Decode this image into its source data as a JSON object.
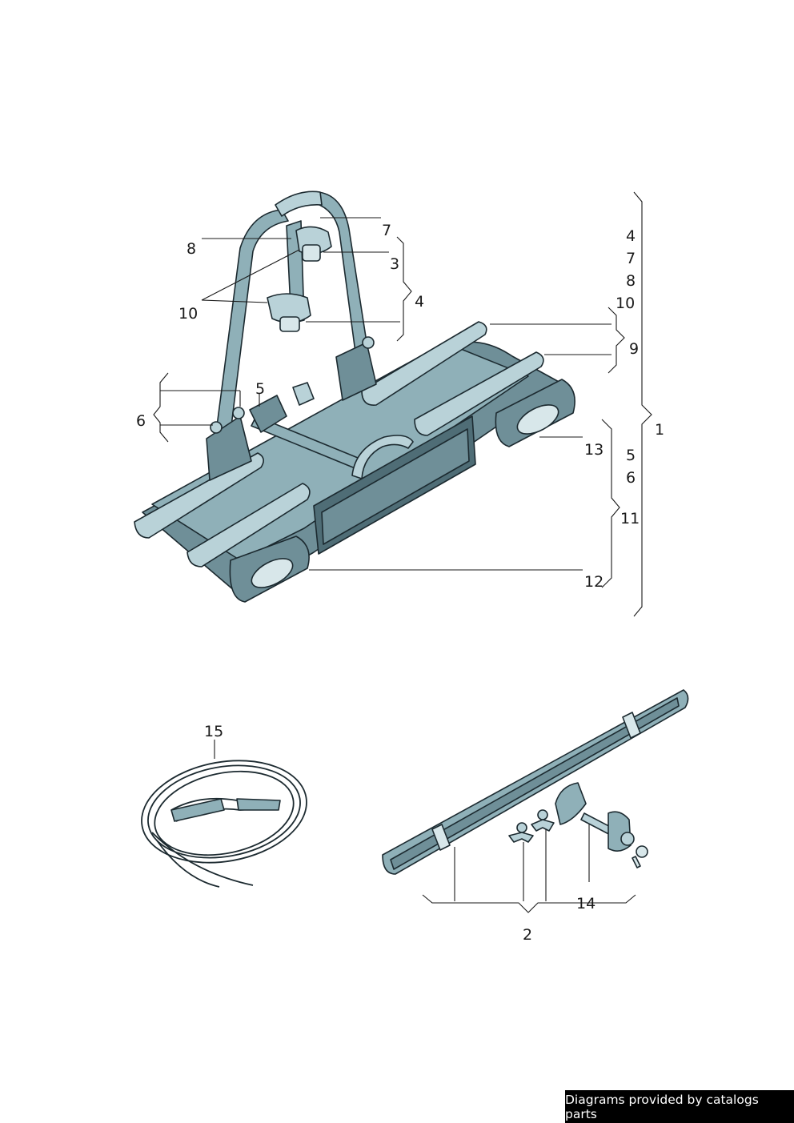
{
  "callouts": {
    "c7_top": "7",
    "c8_top": "8",
    "c3": "3",
    "c4_mid": "4",
    "c10_left": "10",
    "c5_left": "5",
    "c6_left": "6",
    "c13": "13",
    "c12": "12",
    "c9": "9",
    "r4": "4",
    "r7": "7",
    "r8": "8",
    "r10": "10",
    "r1": "1",
    "r5": "5",
    "r6": "6",
    "r11": "11",
    "c15": "15",
    "c14": "14",
    "c2": "2"
  },
  "credit": "Diagrams provided by catalogs parts",
  "colors": {
    "metal_dark": "#4f6d76",
    "metal_mid": "#6f8f98",
    "metal_light": "#8fb0b8",
    "highlight": "#b9d2d8",
    "credit_bg": "#000000"
  }
}
